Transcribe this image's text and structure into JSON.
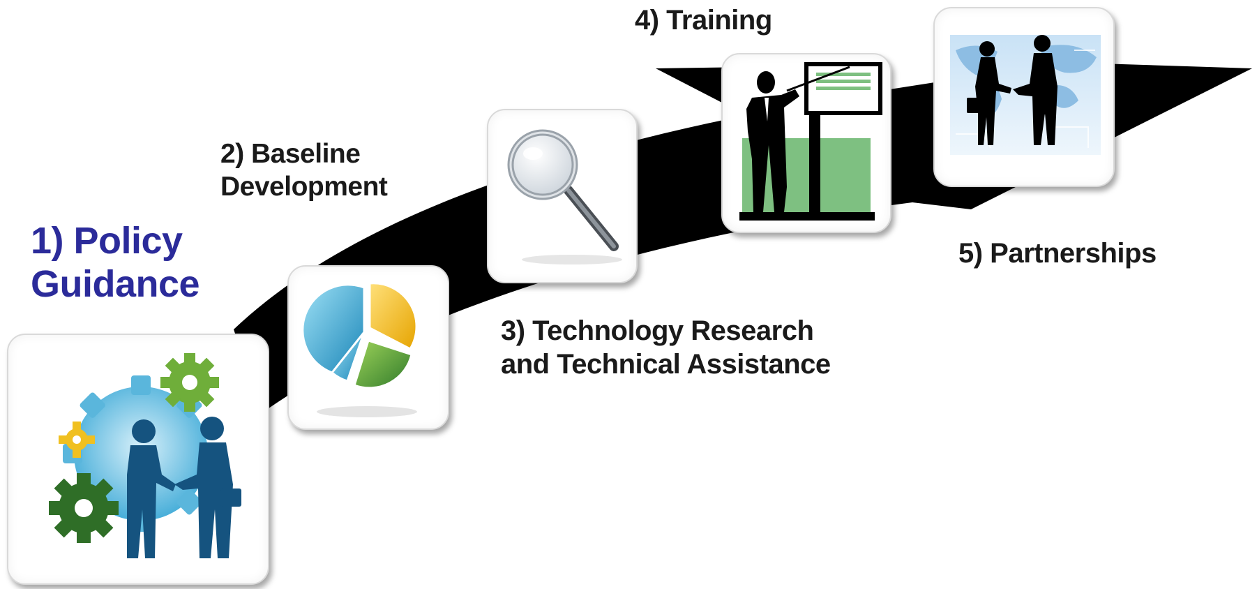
{
  "colors": {
    "accent": "#2b2b9a",
    "label": "#1a1a1a",
    "path": "#000000",
    "board_green": "#7ec081"
  },
  "steps": [
    {
      "lines": [
        "1) Policy",
        "Guidance"
      ],
      "icon": "policy-handshake-gears-icon",
      "highlighted": true
    },
    {
      "lines": [
        "2) Baseline",
        "Development"
      ],
      "icon": "pie-chart-icon"
    },
    {
      "lines": [
        "3) Technology Research",
        "and Technical Assistance"
      ],
      "icon": "magnifying-glass-icon"
    },
    {
      "lines": [
        "4) Training"
      ],
      "icon": "presenter-board-icon"
    },
    {
      "lines": [
        "5) Partnerships"
      ],
      "icon": "business-handshake-icon"
    }
  ]
}
